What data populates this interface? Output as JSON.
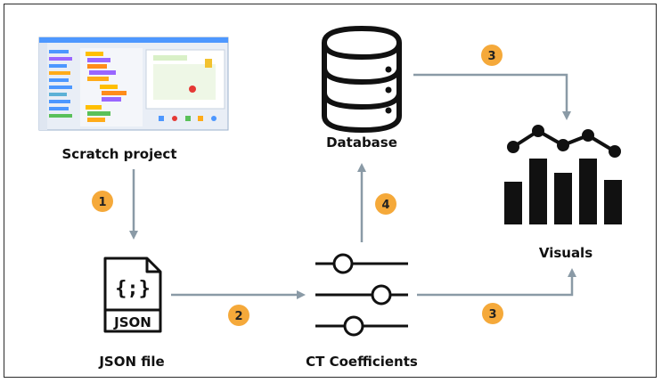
{
  "nodes": {
    "scratch": {
      "label": "Scratch project"
    },
    "json": {
      "label": "JSON file",
      "icon_text": "JSON",
      "icon_symbol": "{;}"
    },
    "ct": {
      "label": "CT Coefficients"
    },
    "database": {
      "label": "Database"
    },
    "visuals": {
      "label": "Visuals"
    }
  },
  "steps": {
    "scratch_to_json": "1",
    "json_to_ct": "2",
    "database_to_visuals": "3",
    "ct_to_visuals": "3",
    "ct_to_database": "4"
  },
  "colors": {
    "badge": "#f5a93a",
    "arrow": "#8a9aa6",
    "icon": "#111111",
    "scratch_blue": "#4d97ff"
  }
}
